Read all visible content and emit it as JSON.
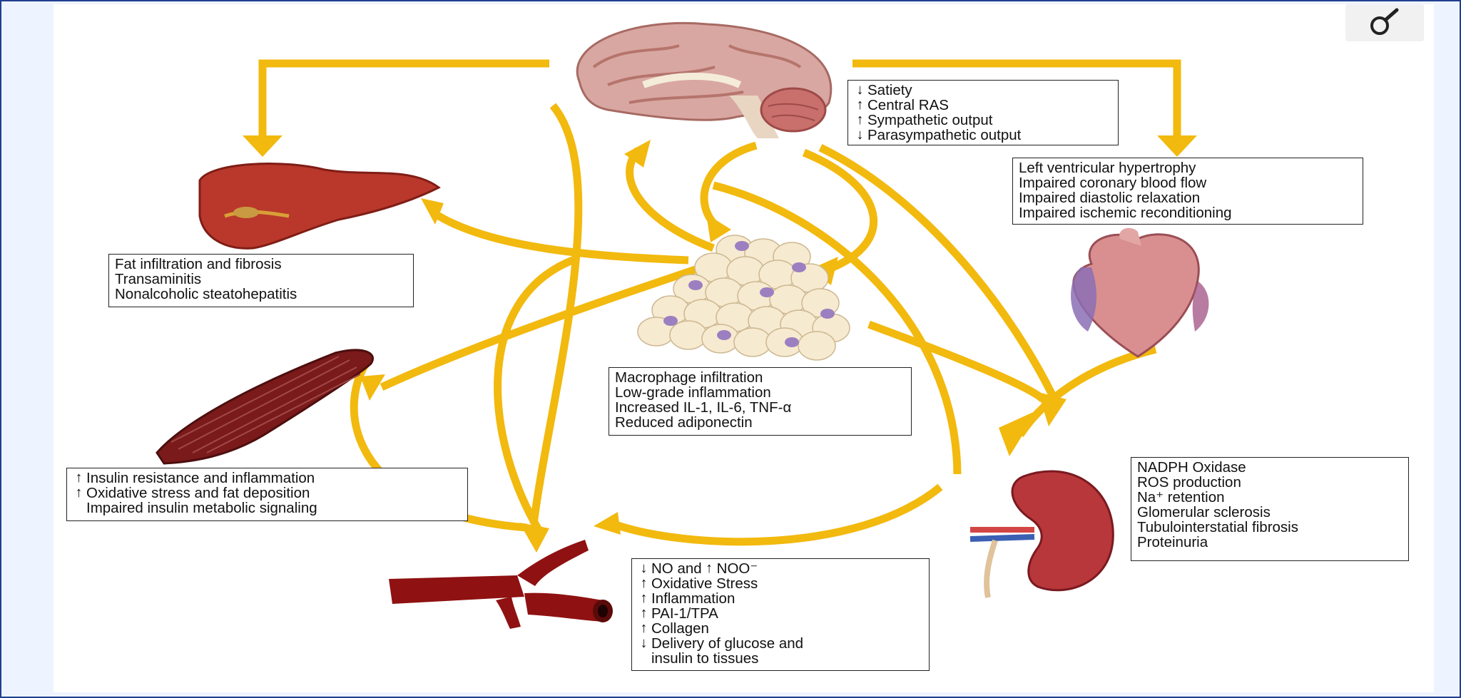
{
  "icons": {
    "magnifier": "magnifier-icon"
  },
  "colors": {
    "arrow": "#F2B90E",
    "border": "#1f3f8f"
  },
  "brain_box": [
    {
      "dir": "down",
      "text": "Satiety"
    },
    {
      "dir": "up",
      "text": "Central RAS"
    },
    {
      "dir": "up",
      "text": "Sympathetic output"
    },
    {
      "dir": "down",
      "text": "Parasympathetic output"
    }
  ],
  "heart_box": [
    "Left ventricular hypertrophy",
    "Impaired coronary blood flow",
    "Impaired diastolic relaxation",
    "Impaired ischemic reconditioning"
  ],
  "liver_box": [
    "Fat infiltration and fibrosis",
    "Transaminitis",
    "Nonalcoholic steatohepatitis"
  ],
  "adipose_box": [
    "Macrophage infiltration",
    "Low-grade inflammation",
    "Increased IL-1, IL-6, TNF-α",
    "Reduced adiponectin"
  ],
  "muscle_box": [
    {
      "dir": "up",
      "text": "Insulin resistance and inflammation"
    },
    {
      "dir": "up",
      "text": "Oxidative stress and fat deposition"
    },
    {
      "dir": "",
      "text": "Impaired insulin metabolic signaling"
    }
  ],
  "kidney_box": [
    "NADPH Oxidase",
    "ROS production",
    "Na⁺ retention",
    "Glomerular sclerosis",
    "Tubulointerstatial fibrosis",
    "Proteinuria"
  ],
  "vessel_box": {
    "first": {
      "a": "NO and ",
      "b": "NOO⁻"
    },
    "rows": [
      {
        "dir": "up",
        "text": "Oxidative Stress"
      },
      {
        "dir": "up",
        "text": "Inflammation"
      },
      {
        "dir": "up",
        "text": "PAI-1/TPA"
      },
      {
        "dir": "up",
        "text": "Collagen"
      },
      {
        "dir": "down",
        "text": "Delivery of glucose and"
      },
      {
        "dir": "",
        "text": "insulin to tissues"
      }
    ]
  }
}
